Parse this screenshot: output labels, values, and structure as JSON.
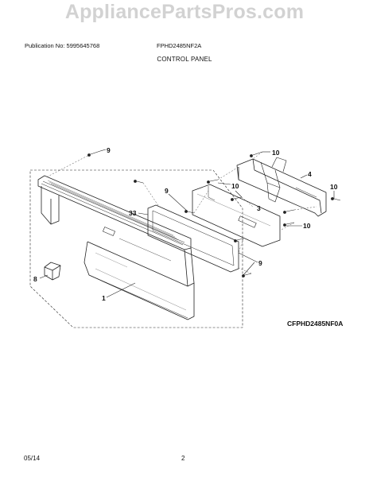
{
  "watermark": "AppliancePartsPros.com",
  "header": {
    "publication": "Publication No: 5995645768",
    "model": "FPHD2485NF2A"
  },
  "section_title": "CONTROL PANEL",
  "diagram_code": "CFPHD2485NF0A",
  "callouts": [
    "9",
    "10",
    "4",
    "10",
    "9",
    "10",
    "33",
    "3",
    "10",
    "9",
    "8",
    "1"
  ],
  "footer": {
    "date": "05/14",
    "page": "2"
  }
}
